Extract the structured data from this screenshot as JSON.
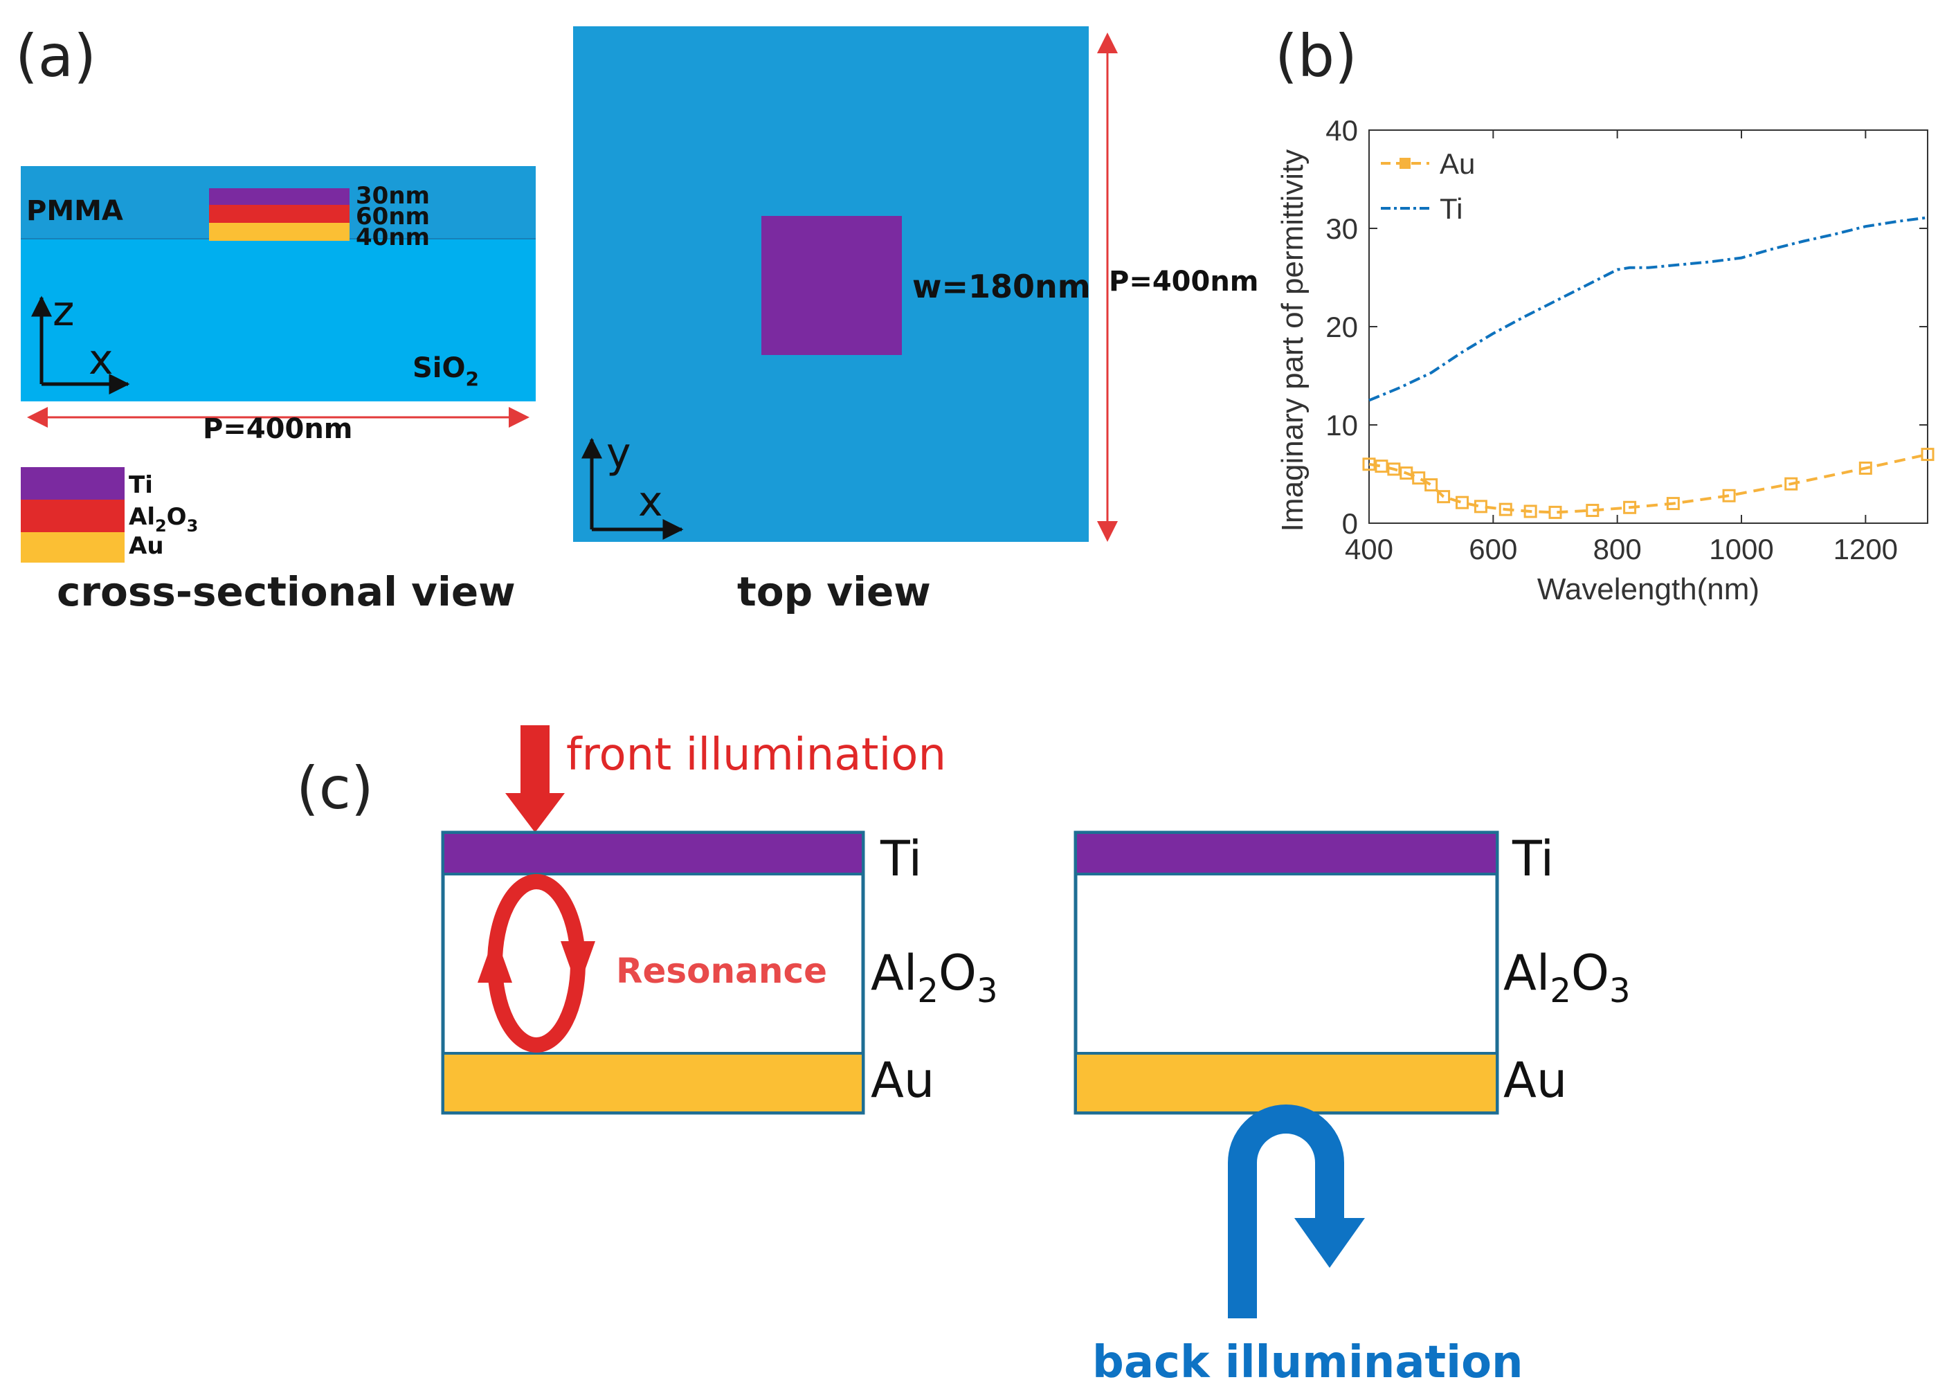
{
  "panel_a": {
    "label": "(a)",
    "cross_section": {
      "pmma_label": "PMMA",
      "thickness_ti": "30nm",
      "thickness_al2o3": "60nm",
      "thickness_au": "40nm",
      "axis_z": "z",
      "axis_x": "x",
      "substrate_main": "SiO",
      "substrate_sub": "2",
      "period_label": "P=400nm",
      "caption": "cross-sectional view"
    },
    "legend": {
      "ti": "Ti",
      "al_part1": "Al",
      "al_sub1": "2",
      "al_part2": "O",
      "al_sub2": "3",
      "au": "Au"
    },
    "top_view": {
      "width_label": "w=180nm",
      "period_label": "P=400nm",
      "axis_y": "y",
      "axis_x": "x",
      "caption": "top view"
    }
  },
  "panel_b": {
    "label": "(b)"
  },
  "panel_c": {
    "label": "(c)",
    "front_label": "front illumination",
    "resonance_label": "Resonance",
    "back_label": "back illumination",
    "stack_left": {
      "ti": "Ti",
      "al_part1": "Al",
      "al_sub1": "2",
      "al_part2": "O",
      "al_sub2": "3",
      "au": "Au"
    },
    "stack_right": {
      "ti": "Ti",
      "al_part1": "Al",
      "al_sub1": "2",
      "al_part2": "O",
      "al_sub2": "3",
      "au": "Au"
    }
  },
  "colors": {
    "ti": "#7B2AA0",
    "al2o3": "#E12A2A",
    "au": "#FBBF34",
    "sio2": "#00AFEF",
    "pmma": "#1A9BD7",
    "top_view_bg": "#1A9BD7",
    "arrow_red": "#E02828",
    "arrow_blue": "#0E73C4",
    "ti_curve": "#0E72BD",
    "au_curve": "#F6B23C"
  },
  "chart_data": {
    "type": "line",
    "title": "",
    "xlabel": "Wavelength(nm)",
    "ylabel": "Imaginary part of  permittivity",
    "xlim": [
      400,
      1300
    ],
    "ylim": [
      0,
      40
    ],
    "xticks": [
      400,
      600,
      800,
      1000,
      1200
    ],
    "yticks": [
      0,
      10,
      20,
      30,
      40
    ],
    "grid": false,
    "legend_position": "top-left",
    "series": [
      {
        "name": "Au",
        "style": "dashed-square-markers",
        "x": [
          400,
          420,
          440,
          460,
          480,
          500,
          520,
          550,
          580,
          620,
          660,
          700,
          760,
          820,
          890,
          980,
          1080,
          1200,
          1300
        ],
        "y": [
          6.0,
          5.8,
          5.5,
          5.1,
          4.6,
          3.9,
          2.7,
          2.1,
          1.7,
          1.4,
          1.2,
          1.1,
          1.3,
          1.6,
          2.0,
          2.8,
          4.0,
          5.6,
          7.0
        ]
      },
      {
        "name": "Ti",
        "style": "dash-dot",
        "x": [
          400,
          450,
          500,
          550,
          600,
          650,
          700,
          750,
          800,
          820,
          850,
          900,
          950,
          1000,
          1050,
          1100,
          1150,
          1200,
          1250,
          1300
        ],
        "y": [
          12.5,
          13.8,
          15.3,
          17.4,
          19.3,
          21.0,
          22.6,
          24.2,
          25.8,
          26.0,
          26.0,
          26.3,
          26.6,
          27.0,
          27.9,
          28.7,
          29.4,
          30.2,
          30.7,
          31.1
        ]
      }
    ]
  }
}
